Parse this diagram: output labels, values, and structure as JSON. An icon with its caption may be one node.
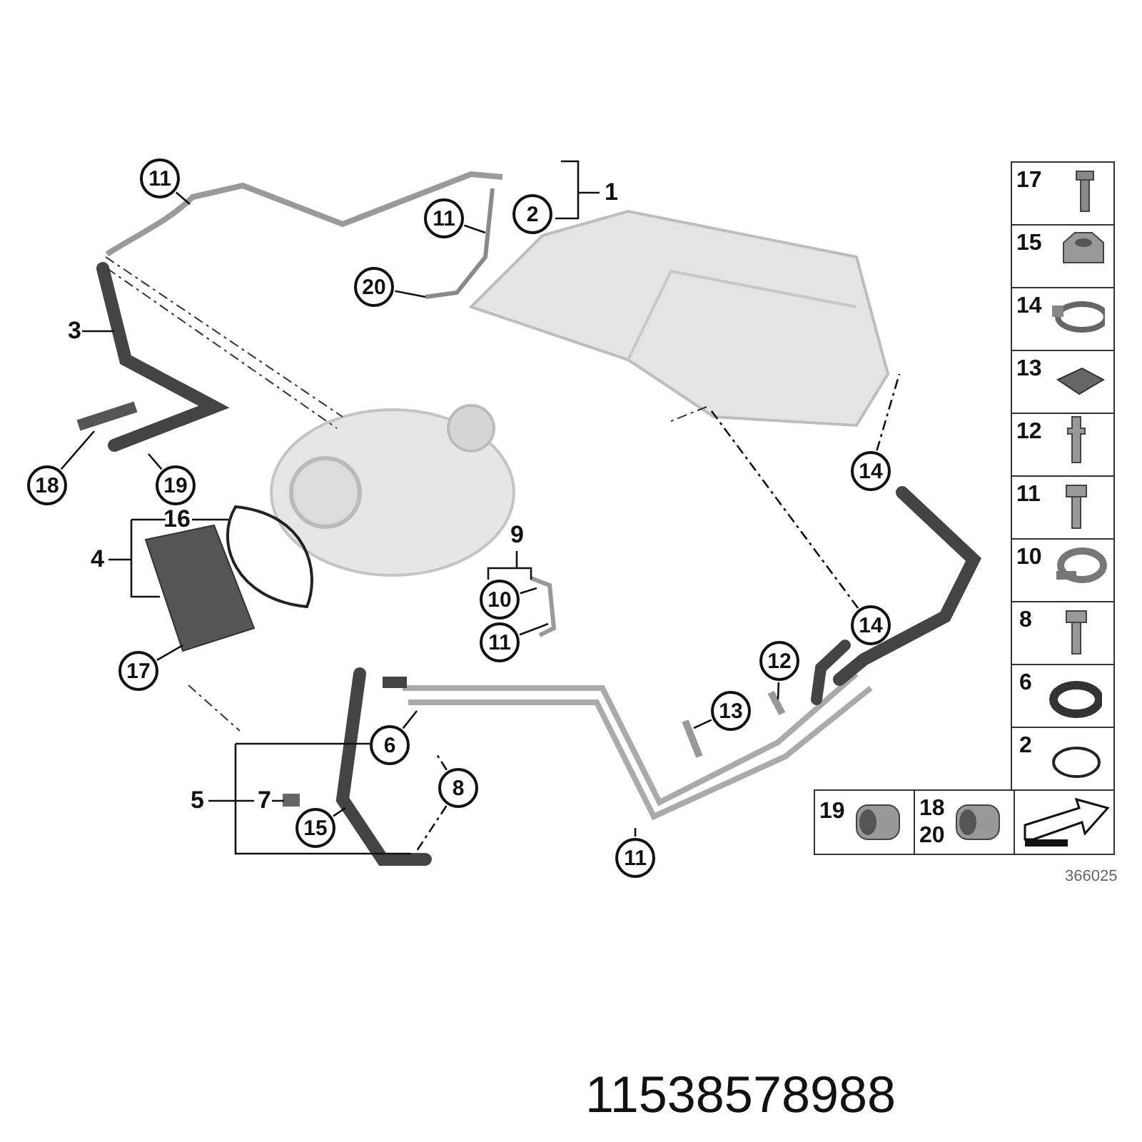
{
  "diagram": {
    "nodes": [
      {
        "text": [
          "11"
        ]
      },
      {
        "text": [
          "1"
        ]
      },
      {
        "text": [
          "2"
        ]
      },
      {
        "text": [
          "11"
        ]
      },
      {
        "text": [
          "20"
        ]
      },
      {
        "text": [
          "3"
        ]
      },
      {
        "text": [
          "18"
        ]
      },
      {
        "text": [
          "19"
        ]
      },
      {
        "text": [
          "16"
        ]
      },
      {
        "text": [
          "4"
        ]
      },
      {
        "text": [
          "17"
        ]
      },
      {
        "text": [
          "9"
        ]
      },
      {
        "text": [
          "10"
        ]
      },
      {
        "text": [
          "11"
        ]
      },
      {
        "text": [
          "6"
        ]
      },
      {
        "text": [
          "8"
        ]
      },
      {
        "text": [
          "5"
        ]
      },
      {
        "text": [
          "7"
        ]
      },
      {
        "text": [
          "15"
        ]
      },
      {
        "text": [
          "11"
        ]
      },
      {
        "text": [
          "14"
        ]
      },
      {
        "text": [
          "14"
        ]
      },
      {
        "text": [
          "12"
        ]
      },
      {
        "text": [
          "13"
        ]
      }
    ],
    "edges": [
      {
        "from": 0,
        "to": null,
        "arrow": "none"
      },
      {
        "from": 3,
        "to": null,
        "arrow": "none"
      },
      {
        "from": 4,
        "to": null,
        "arrow": "none"
      },
      {
        "from": 5,
        "to": null,
        "arrow": "none"
      },
      {
        "from": 6,
        "to": null,
        "arrow": "none"
      },
      {
        "from": 7,
        "to": null,
        "arrow": "none"
      },
      {
        "from": 8,
        "to": null,
        "arrow": "none"
      },
      {
        "from": 10,
        "to": null,
        "arrow": "none"
      },
      {
        "from": 12,
        "to": null,
        "arrow": "none"
      },
      {
        "from": 13,
        "to": null,
        "arrow": "none"
      },
      {
        "from": 14,
        "to": null,
        "arrow": "none"
      },
      {
        "from": 15,
        "to": null,
        "arrow": "none",
        "style": "dashed"
      },
      {
        "from": 15,
        "to": null,
        "arrow": "none",
        "style": "dashed"
      },
      {
        "from": 17,
        "to": null,
        "arrow": "none"
      },
      {
        "from": 18,
        "to": null,
        "arrow": "none"
      },
      {
        "from": 19,
        "to": null,
        "arrow": "none"
      },
      {
        "from": 20,
        "to": null,
        "arrow": "none",
        "style": "dashed"
      },
      {
        "from": 21,
        "to": null,
        "arrow": "none",
        "style": "dashed"
      },
      {
        "from": 22,
        "to": null,
        "arrow": "none"
      },
      {
        "from": 23,
        "to": null,
        "arrow": "none"
      }
    ],
    "labels": [
      "17",
      "15",
      "14",
      "13",
      "12",
      "11",
      "10",
      "8",
      "6",
      "2",
      "19",
      "18",
      "20",
      "366025",
      "11538578988"
    ]
  }
}
